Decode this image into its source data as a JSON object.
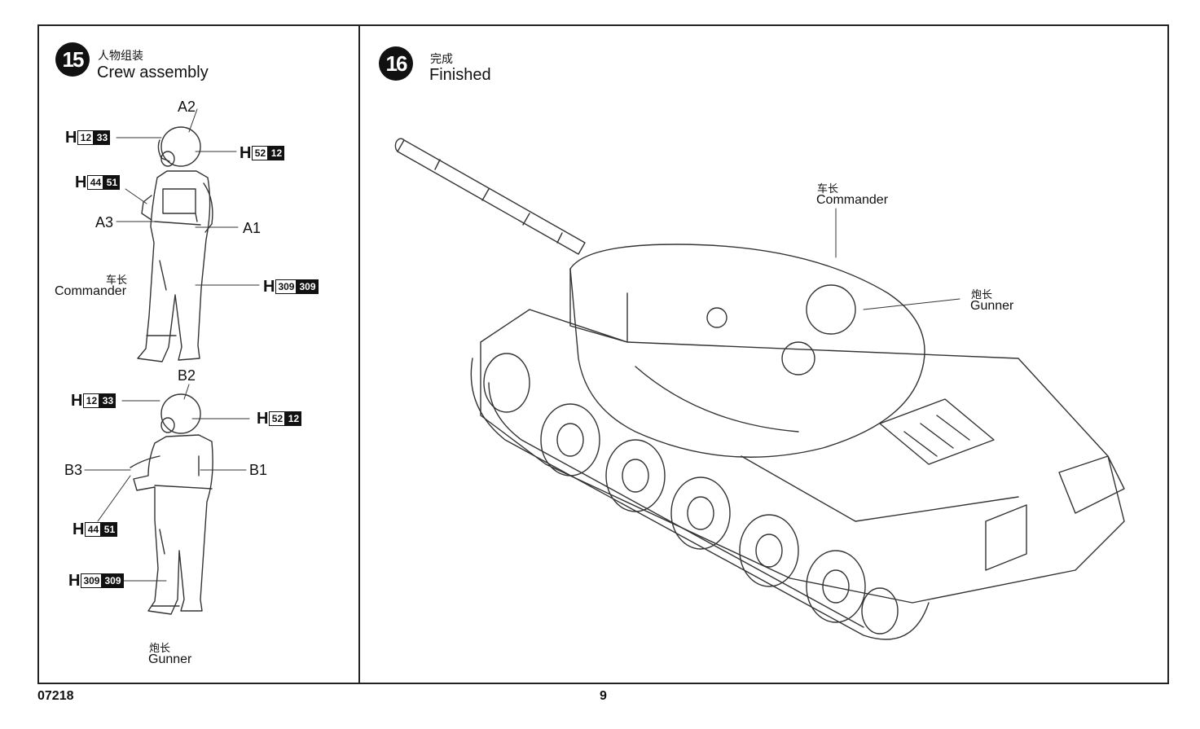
{
  "step15": {
    "number": "15",
    "title_cn": "人物组装",
    "title_en": "Crew assembly",
    "commander": {
      "caption_cn": "车长",
      "caption_en": "Commander",
      "part_labels": {
        "a1": "A1",
        "a2": "A2",
        "a3": "A3"
      },
      "paints": [
        {
          "letter": "H",
          "white": "12",
          "black": "33"
        },
        {
          "letter": "H",
          "white": "52",
          "black": "12"
        },
        {
          "letter": "H",
          "white": "44",
          "black": "51"
        },
        {
          "letter": "H",
          "white": "309",
          "black": "309"
        }
      ]
    },
    "gunner": {
      "caption_cn": "炮长",
      "caption_en": "Gunner",
      "part_labels": {
        "b1": "B1",
        "b2": "B2",
        "b3": "B3"
      },
      "paints": [
        {
          "letter": "H",
          "white": "12",
          "black": "33"
        },
        {
          "letter": "H",
          "white": "52",
          "black": "12"
        },
        {
          "letter": "H",
          "white": "44",
          "black": "51"
        },
        {
          "letter": "H",
          "white": "309",
          "black": "309"
        }
      ]
    }
  },
  "step16": {
    "number": "16",
    "title_cn": "完成",
    "title_en": "Finished",
    "commander_cn": "车长",
    "commander_en": "Commander",
    "gunner_cn": "炮长",
    "gunner_en": "Gunner"
  },
  "footer": {
    "code": "07218",
    "page": "9"
  }
}
